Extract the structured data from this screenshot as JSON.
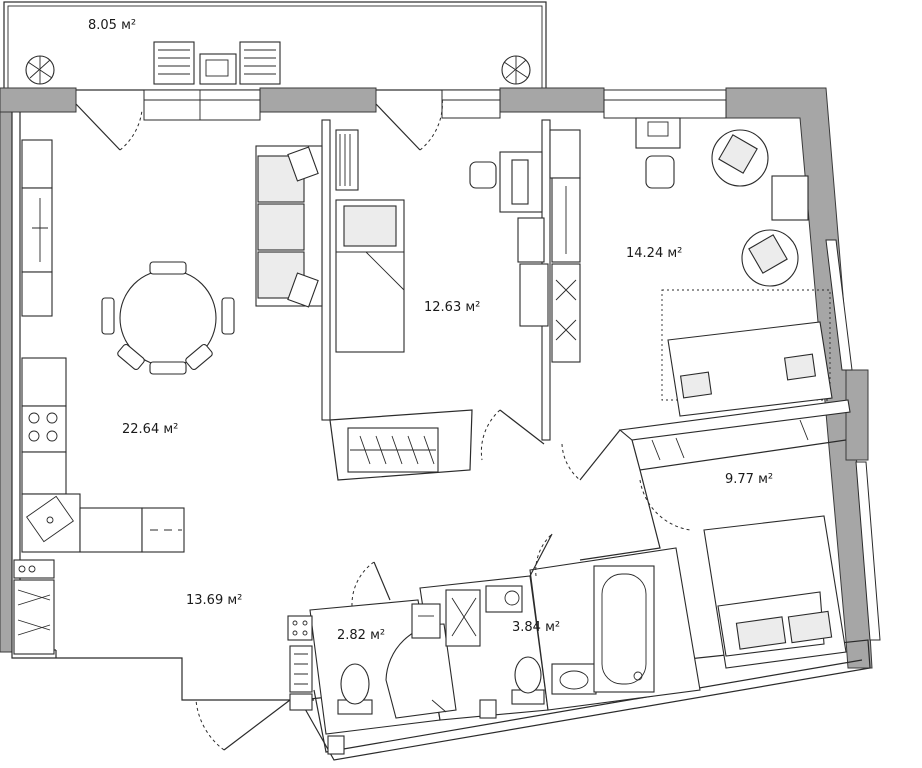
{
  "rooms": [
    {
      "id": "balcony",
      "area": "8.05 м²"
    },
    {
      "id": "living",
      "area": "22.64 м²"
    },
    {
      "id": "bedroom-a",
      "area": "12.63 м²"
    },
    {
      "id": "bedroom-b",
      "area": "14.24 м²"
    },
    {
      "id": "bedroom-c",
      "area": "9.77 м²"
    },
    {
      "id": "hall",
      "area": "13.69 м²"
    },
    {
      "id": "wc",
      "area": "2.82 м²"
    },
    {
      "id": "bathroom",
      "area": "3.84 м²"
    }
  ],
  "colors": {
    "wall": "#a6a6a6",
    "line": "#2b2b2b",
    "background": "#ffffff"
  },
  "icons": [
    "potted-plant-icon",
    "lounge-chair-icon",
    "newspaper-icon",
    "stove-icon",
    "sink-icon",
    "toilet-icon",
    "bathtub-icon",
    "shower-icon",
    "laptop-icon",
    "washing-machine-icon"
  ]
}
